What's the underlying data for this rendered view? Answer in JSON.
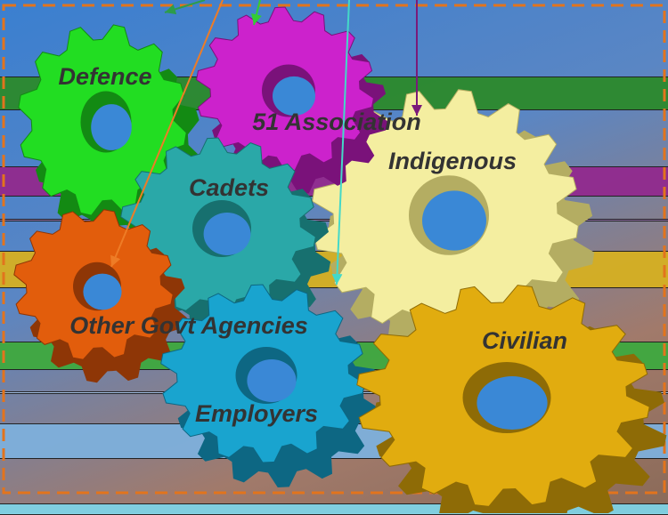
{
  "diagram": {
    "gears": [
      {
        "id": "defence",
        "label": "Defence",
        "color": "#22dd22",
        "dark": "#138a13"
      },
      {
        "id": "association",
        "label": "51 Association",
        "color": "#cc22cc",
        "dark": "#7a127a"
      },
      {
        "id": "indigenous",
        "label": "Indigenous",
        "color": "#f4eea0",
        "dark": "#b4ad62"
      },
      {
        "id": "cadets",
        "label": "Cadets",
        "color": "#2aa8a8",
        "dark": "#17706f"
      },
      {
        "id": "other_govt",
        "label": "Other Govt Agencies",
        "color": "#e25d0c",
        "dark": "#8e3606"
      },
      {
        "id": "employers",
        "label": "Employers",
        "color": "#19a4cf",
        "dark": "#0d6783"
      },
      {
        "id": "civilian",
        "label": "Civilian",
        "color": "#e1ac0f",
        "dark": "#8e6b06"
      }
    ],
    "band_colors": [
      "#2c8a2c",
      "#922a8e",
      "#d6b022",
      "#3fa93f",
      "#7eb0dc",
      "#8f6fa6",
      "#a8c6ec"
    ],
    "frame_color": "#e2741d",
    "arrow_colors": [
      "#2d9c4c",
      "#ee7c26",
      "#33cc33",
      "#44d8c8",
      "#7a1a7a"
    ]
  }
}
